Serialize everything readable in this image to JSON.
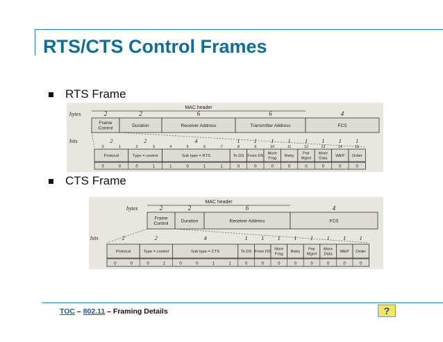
{
  "slide": {
    "title": "RTS/CTS Control Frames",
    "bullets": [
      "RTS Frame",
      "CTS Frame"
    ]
  },
  "rts": {
    "mac_header_label": "MAC header",
    "bytes_label": "bytes",
    "bits_label": "bits",
    "byte_sizes": [
      "2",
      "2",
      "6",
      "6",
      "4"
    ],
    "fields": [
      "Frame Control",
      "Duration",
      "Receiver Address",
      "Transmitter Address",
      "FCS"
    ],
    "bit_widths": [
      "2",
      "2",
      "4",
      "1",
      "1",
      "1",
      "1",
      "1",
      "1",
      "1",
      "1"
    ],
    "bit_numbers": [
      "0",
      "1",
      "2",
      "3",
      "4",
      "5",
      "6",
      "7",
      "8",
      "9",
      "10",
      "11",
      "12",
      "13",
      "14",
      "15"
    ],
    "subfields": [
      "Protocol",
      "Type = control",
      "Sub type = RTS",
      "To DS",
      "From DS",
      "More Frag",
      "Retry",
      "Pwr Mgmt",
      "More Data",
      "WEP",
      "Order"
    ],
    "bit_values": [
      "0",
      "0",
      "0",
      "1",
      "1",
      "0",
      "1",
      "1",
      "0",
      "0",
      "0",
      "0",
      "0",
      "0",
      "0",
      "0"
    ]
  },
  "cts": {
    "mac_header_label": "MAC header",
    "bytes_label": "bytes",
    "bits_label": "bits",
    "byte_sizes": [
      "2",
      "2",
      "6",
      "4"
    ],
    "fields": [
      "Frame Control",
      "Duration",
      "Receiver Address",
      "FCS"
    ],
    "bit_widths": [
      "2",
      "2",
      "4",
      "1",
      "1",
      "1",
      "1",
      "1",
      "1",
      "1",
      "1"
    ],
    "subfields": [
      "Protocol",
      "Type = control",
      "Sub type = CTS",
      "To DS",
      "From DS",
      "More Frag",
      "Retry",
      "Pwr Mgmt",
      "More Data",
      "WEP",
      "Order"
    ],
    "bit_values": [
      "0",
      "0",
      "0",
      "1",
      "0",
      "0",
      "1",
      "1",
      "0",
      "0",
      "0",
      "0",
      "0",
      "0",
      "0",
      "0"
    ]
  },
  "footer": {
    "toc": "TOC",
    "sep1": " – ",
    "section": "802.11",
    "sep2": " – ",
    "page": "Framing Details"
  },
  "help_button": "?"
}
